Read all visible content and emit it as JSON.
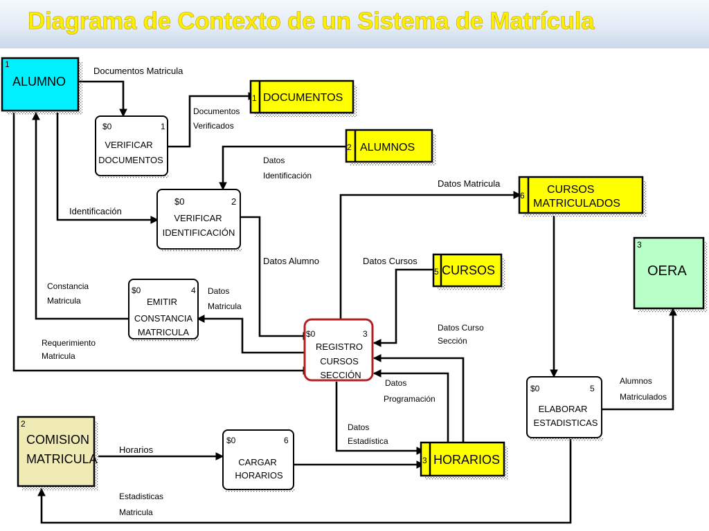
{
  "title": "Diagrama de Contexto de un Sistema de Matrícula",
  "colors": {
    "title": "#ffee00",
    "entity_alumno": "#00f0ff",
    "entity_comision": "#f0eab4",
    "entity_oera": "#b8ffc8",
    "datastore": "#ffff00",
    "highlight_border": "#b02020"
  },
  "entities": {
    "alumno": {
      "num": "1",
      "name": "ALUMNO"
    },
    "comision": {
      "num": "2",
      "line1": "COMISION",
      "line2": "MATRICULA"
    },
    "oera": {
      "num": "3",
      "name": "OERA"
    }
  },
  "processes": {
    "p1": {
      "code": "$0",
      "num": "1",
      "line1": "VERIFICAR",
      "line2": "DOCUMENTOS"
    },
    "p2": {
      "code": "$0",
      "num": "2",
      "line1": "VERIFICAR",
      "line2": "IDENTIFICACIÓN"
    },
    "p3": {
      "code": "$0",
      "num": "3",
      "line1": "REGISTRO",
      "line2": "CURSOS",
      "line3": "SECCIÓN"
    },
    "p4": {
      "code": "$0",
      "num": "4",
      "line1": "EMITIR",
      "line2": "CONSTANCIA",
      "line3": "MATRICULA"
    },
    "p5": {
      "code": "$0",
      "num": "5",
      "line1": "ELABORAR",
      "line2": "ESTADISTICAS"
    },
    "p6": {
      "code": "$0",
      "num": "6",
      "line1": "CARGAR",
      "line2": "HORARIOS"
    }
  },
  "datastores": {
    "d1": {
      "num": "1",
      "name": "DOCUMENTOS"
    },
    "d2": {
      "num": "2",
      "name": "ALUMNOS"
    },
    "d3": {
      "num": "3",
      "name": "HORARIOS"
    },
    "d5": {
      "num": "5",
      "name": "CURSOS"
    },
    "d6": {
      "num": "6",
      "line1": "CURSOS",
      "line2": "MATRICULADOS"
    }
  },
  "flows": {
    "documentos_matricula": "Documentos Matricula",
    "documentos_verificados_1": "Documentos",
    "documentos_verificados_2": "Verificados",
    "datos_identificacion_1": "Datos",
    "datos_identificacion_2": "Identificación",
    "identificacion": "Identificación",
    "datos_matricula_top": "Datos Matricula",
    "datos_alumno": "Datos Alumno",
    "datos_cursos": "Datos Cursos",
    "constancia_1": "Constancia",
    "constancia_2": "Matricula",
    "datos_matricula_1": "Datos",
    "datos_matricula_2": "Matricula",
    "requerimiento_1": "Requerimiento",
    "requerimiento_2": "Matricula",
    "datos_curso_seccion_1": "Datos Curso",
    "datos_curso_seccion_2": "Sección",
    "datos_programacion_1": "Datos",
    "datos_programacion_2": "Programación",
    "datos_estadistica_1": "Datos",
    "datos_estadistica_2": "Estadística",
    "alumnos_matriculados_1": "Alumnos",
    "alumnos_matriculados_2": "Matriculados",
    "horarios": "Horarios",
    "estadisticas_1": "Estadisticas",
    "estadisticas_2": "Matricula"
  }
}
